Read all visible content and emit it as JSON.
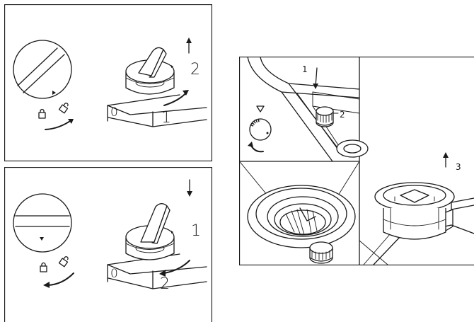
{
  "panel_lock": {
    "step_up": "2",
    "step_turn": "1",
    "zero_mark": "0"
  },
  "panel_unlock": {
    "step_down": "1",
    "step_turn": "2",
    "zero_mark": "0"
  },
  "panel_removal": {
    "label_arrow": "1",
    "label_knob": "2",
    "label_lift": "3"
  },
  "icons": [
    "padlock-closed-icon",
    "padlock-open-icon",
    "rotation-arrow-icon",
    "triangle-marker-icon",
    "dial-icon"
  ]
}
